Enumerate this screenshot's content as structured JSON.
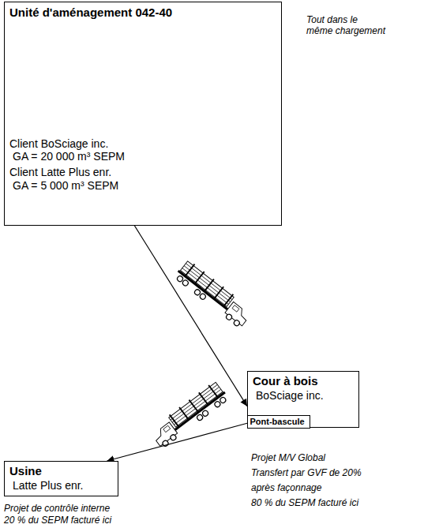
{
  "diagram": {
    "nodes": [
      {
        "text": [
          "Unité d'aménagement 042-40",
          "Client BoSciage inc.",
          "GA = 20 000 m³ SEPM",
          "Client Latte Plus enr.",
          "GA = 5 000 m³ SEPM"
        ]
      },
      {
        "text": [
          "Cour à bois",
          "BoSciage inc."
        ]
      },
      {
        "text": [
          "Pont-bascule"
        ],
        "in": 1
      },
      {
        "text": [
          "Usine",
          "Latte Plus enr."
        ]
      }
    ],
    "edges": [
      {
        "from": 0,
        "to": 1,
        "arrow": "to"
      },
      {
        "from": 1,
        "to": 3,
        "arrow": "to"
      }
    ],
    "labels": [
      "Tout dans le même chargement",
      "Projet M/V Global",
      "Transfert par GVF de 20%",
      "après façonnage",
      "80 % du SEPM facturé ici",
      "Projet de contrôle interne",
      "20 % du SEPM facturé ici"
    ]
  }
}
